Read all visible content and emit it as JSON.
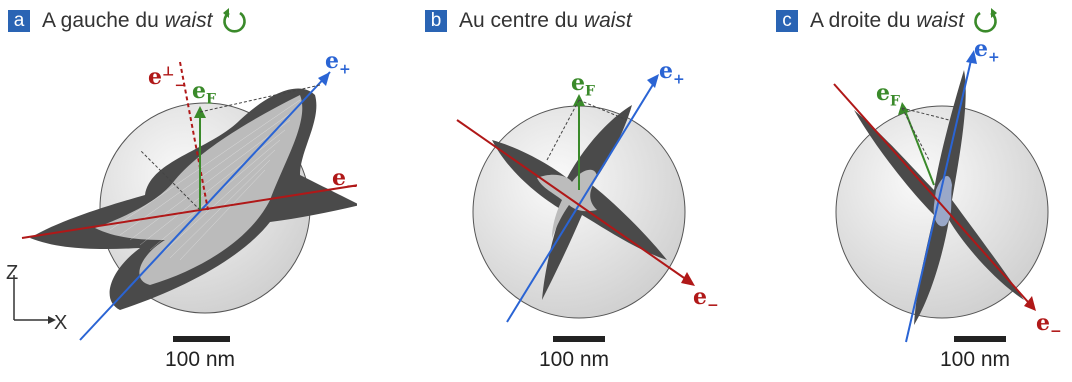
{
  "panels": [
    {
      "letter": "a",
      "title_prefix": "A gauche du ",
      "title_em": "waist",
      "rotation_icon": true,
      "labels": {
        "e_plus": "e",
        "e_plus_sub": "+",
        "e_minus": "e",
        "e_minus_sub": "−",
        "e_F": "e",
        "e_F_sub": "F",
        "e_perp": "e",
        "e_perp_sup": "⊥",
        "e_perp_sub": "−"
      },
      "scale_label": "100 nm"
    },
    {
      "letter": "b",
      "title_prefix": "Au centre du ",
      "title_em": "waist",
      "rotation_icon": false,
      "labels": {
        "e_plus": "e",
        "e_plus_sub": "+",
        "e_minus": "e",
        "e_minus_sub": "−",
        "e_F": "e",
        "e_F_sub": "F"
      },
      "scale_label": "100 nm"
    },
    {
      "letter": "c",
      "title_prefix": "A droite du ",
      "title_em": "waist",
      "rotation_icon": true,
      "labels": {
        "e_plus": "e",
        "e_plus_sub": "+",
        "e_minus": "e",
        "e_minus_sub": "−",
        "e_F": "e",
        "e_F_sub": "F"
      },
      "scale_label": "100 nm"
    }
  ],
  "axes": {
    "z": "Z",
    "x": "X"
  },
  "colors": {
    "badge": "#2a64b4",
    "e_plus_axis": "#2a64d4",
    "e_minus_axis": "#b01818",
    "e_F_vector": "#3a8a2a",
    "sphere": "#e4e4e4",
    "shape": "#505050"
  }
}
